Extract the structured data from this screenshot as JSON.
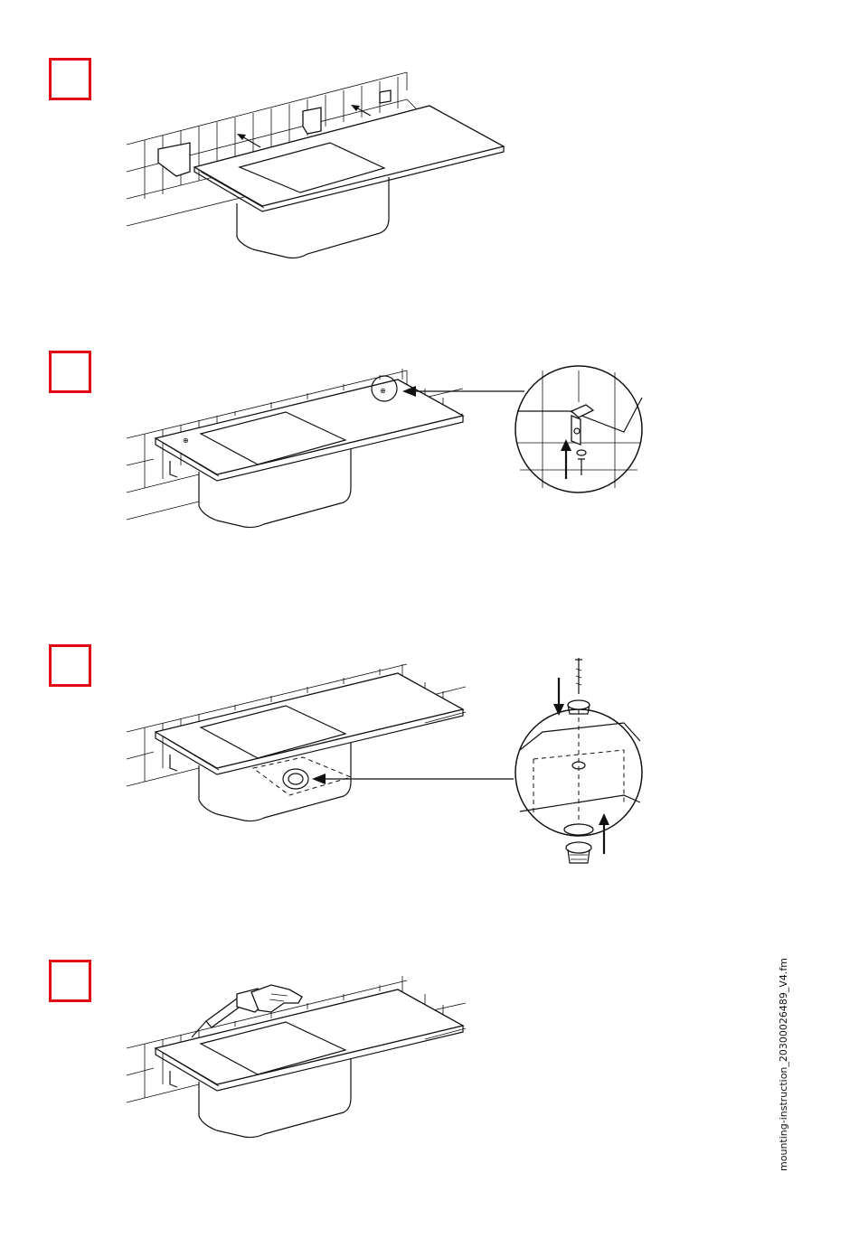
{
  "document": {
    "side_label": "mounting-instruction_20300026489_V4.fm",
    "accent_color": "#e30613",
    "steps": [
      {
        "number": "",
        "illustration": "attach-wall-brackets"
      },
      {
        "number": "",
        "illustration": "fasten-sink-to-bracket"
      },
      {
        "number": "",
        "illustration": "install-drain-fitting"
      },
      {
        "number": "",
        "illustration": "seal-edge-with-silicone"
      }
    ]
  }
}
